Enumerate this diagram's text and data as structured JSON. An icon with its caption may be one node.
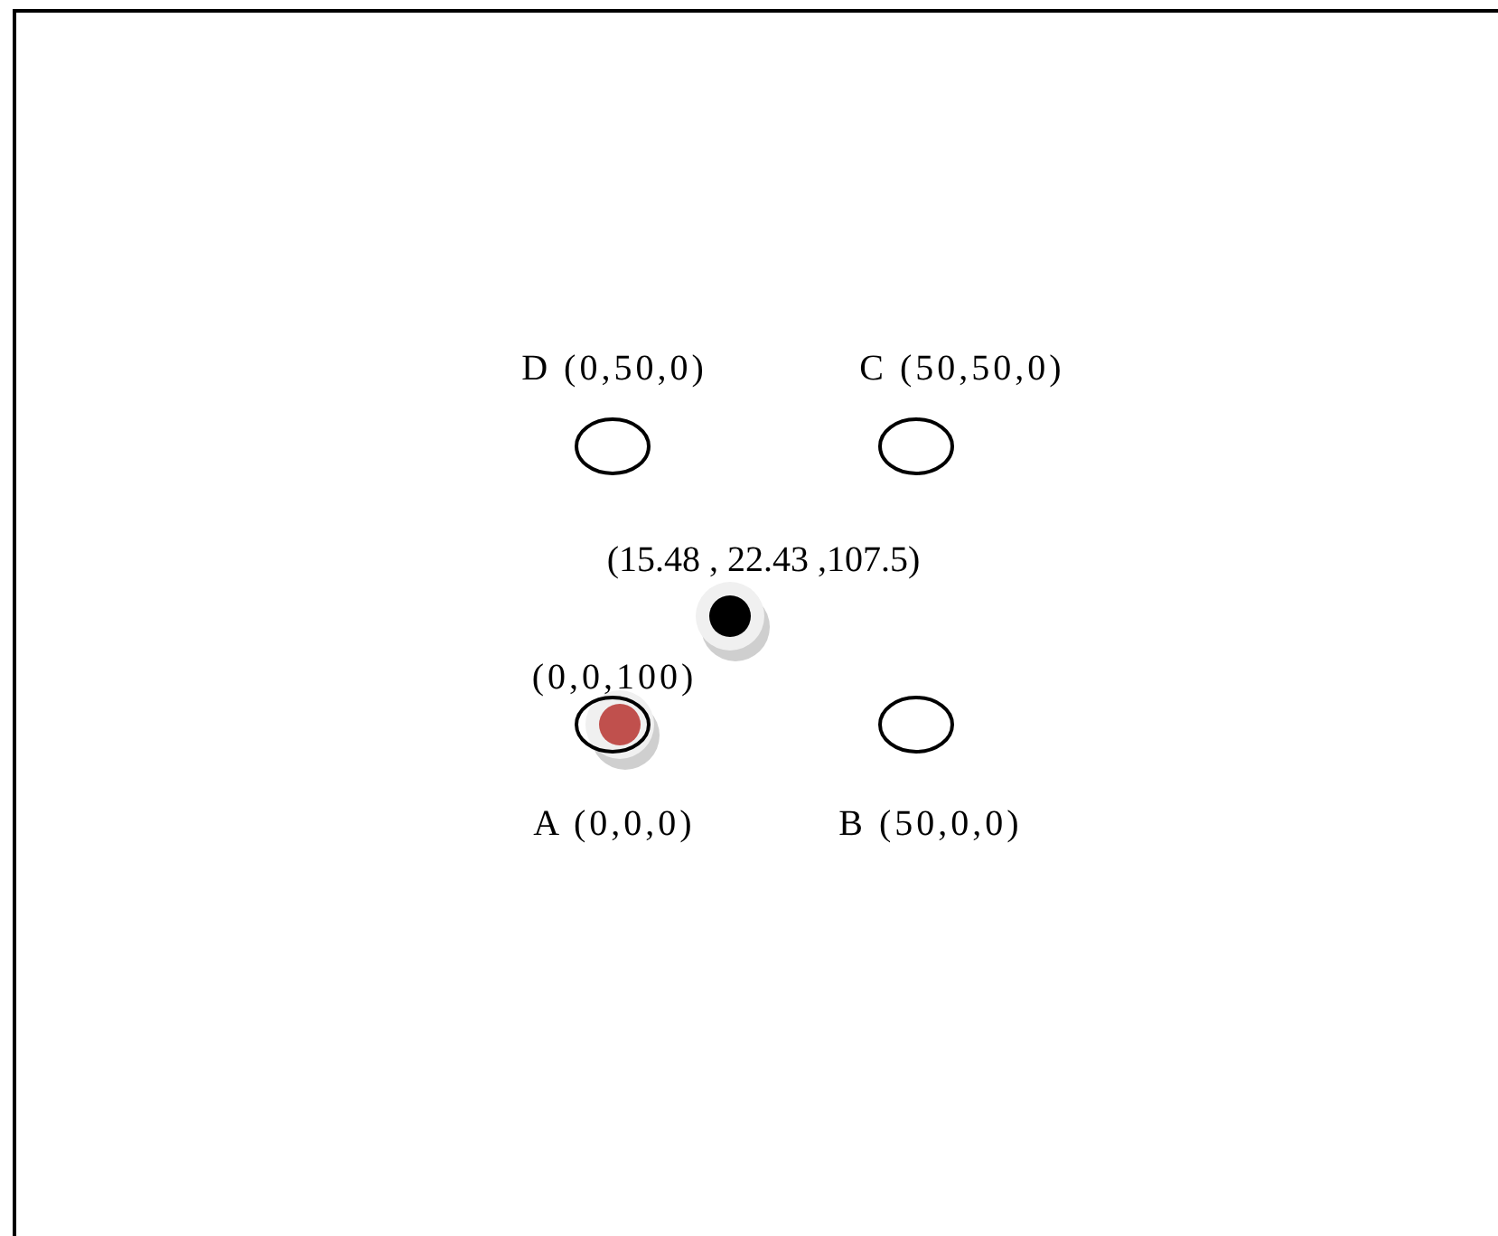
{
  "diagram": {
    "nodes": [
      {
        "text": [
          "D (0,50,0)"
        ]
      },
      {
        "text": [
          "C (50,50,0)"
        ]
      },
      {
        "text": [
          "(15.48 , 22.43 ,107.5)"
        ]
      },
      {
        "text": [
          "(0,0,100)"
        ]
      },
      {
        "text": [
          "A (0,0,0)"
        ]
      },
      {
        "text": [
          "B (50,0,0)"
        ]
      }
    ]
  }
}
